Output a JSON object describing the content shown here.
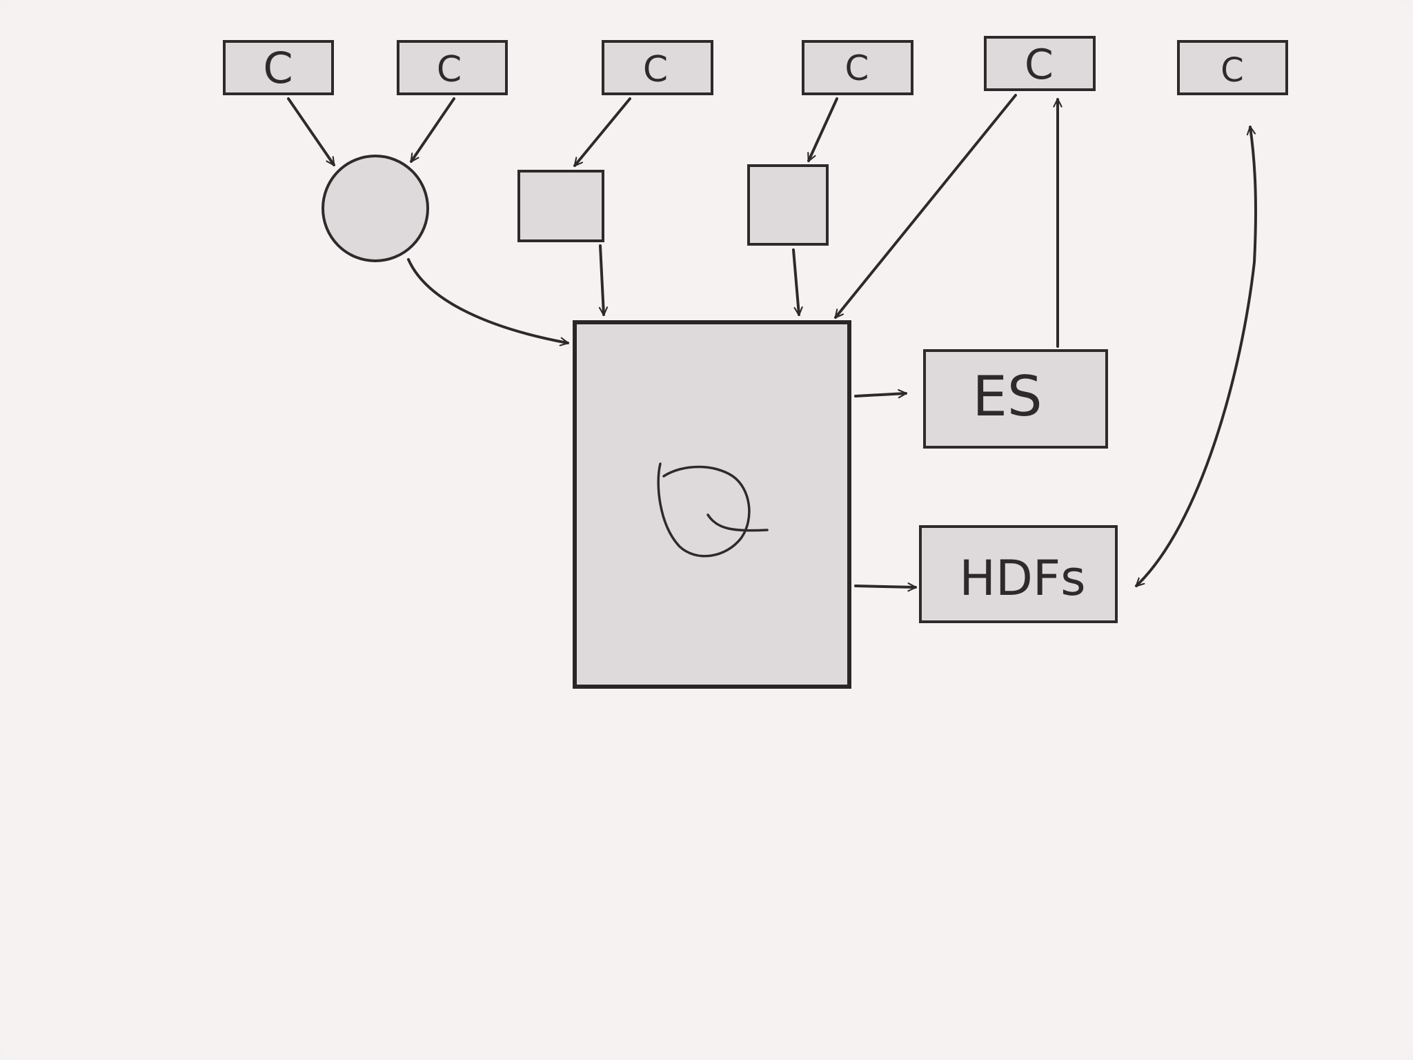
{
  "diagram": {
    "clients": [
      {
        "id": "c1",
        "label": "C"
      },
      {
        "id": "c2",
        "label": "C"
      },
      {
        "id": "c3",
        "label": "C"
      },
      {
        "id": "c4",
        "label": "C"
      },
      {
        "id": "c5",
        "label": "C"
      },
      {
        "id": "c6",
        "label": "C"
      }
    ],
    "center_symbol": "Q",
    "stores": [
      {
        "id": "es",
        "label": "ES"
      },
      {
        "id": "hdfs",
        "label": "HDFs"
      }
    ],
    "colors": {
      "background": "#f6f2f2",
      "fill": "#dedadb",
      "stroke": "#2e2a2b"
    }
  }
}
